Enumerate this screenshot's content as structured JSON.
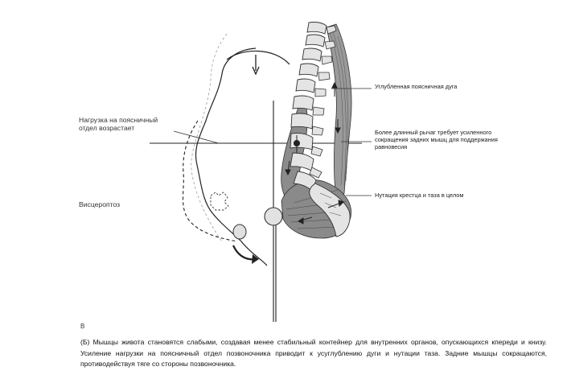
{
  "labels": {
    "lumbar_load_line1": "Нагрузка на поясничный",
    "lumbar_load_line2": "отдел возрастает",
    "visceroptosis": "Висцероптоз",
    "deep_lumbar_curve": "Углубленная поясничная дуга",
    "longer_lever_line1": "Более длинный рычаг требует усиленного",
    "longer_lever_line2": "сокращения задних мышц для поддержания",
    "longer_lever_line3": "равновесия",
    "nutation": "Нутация крестца и таза в целом"
  },
  "panel_letter": "B",
  "caption": "(Б) Мышцы живота становятся слабыми, создавая менее стабильный контейнер для внутренних органов, опускающихся кпереди и книзу. Усиление нагрузки на поясничный отдел позвоночника приводит к усуглублению дуги и нутации таза. Задние мышцы со­кращаются, противодействуя тяге со стороны позвоночника.",
  "colors": {
    "line": "#222222",
    "bone": "#e2e2e2",
    "muscle": "#8a8a8a",
    "muscle_fiber": "#555555"
  }
}
